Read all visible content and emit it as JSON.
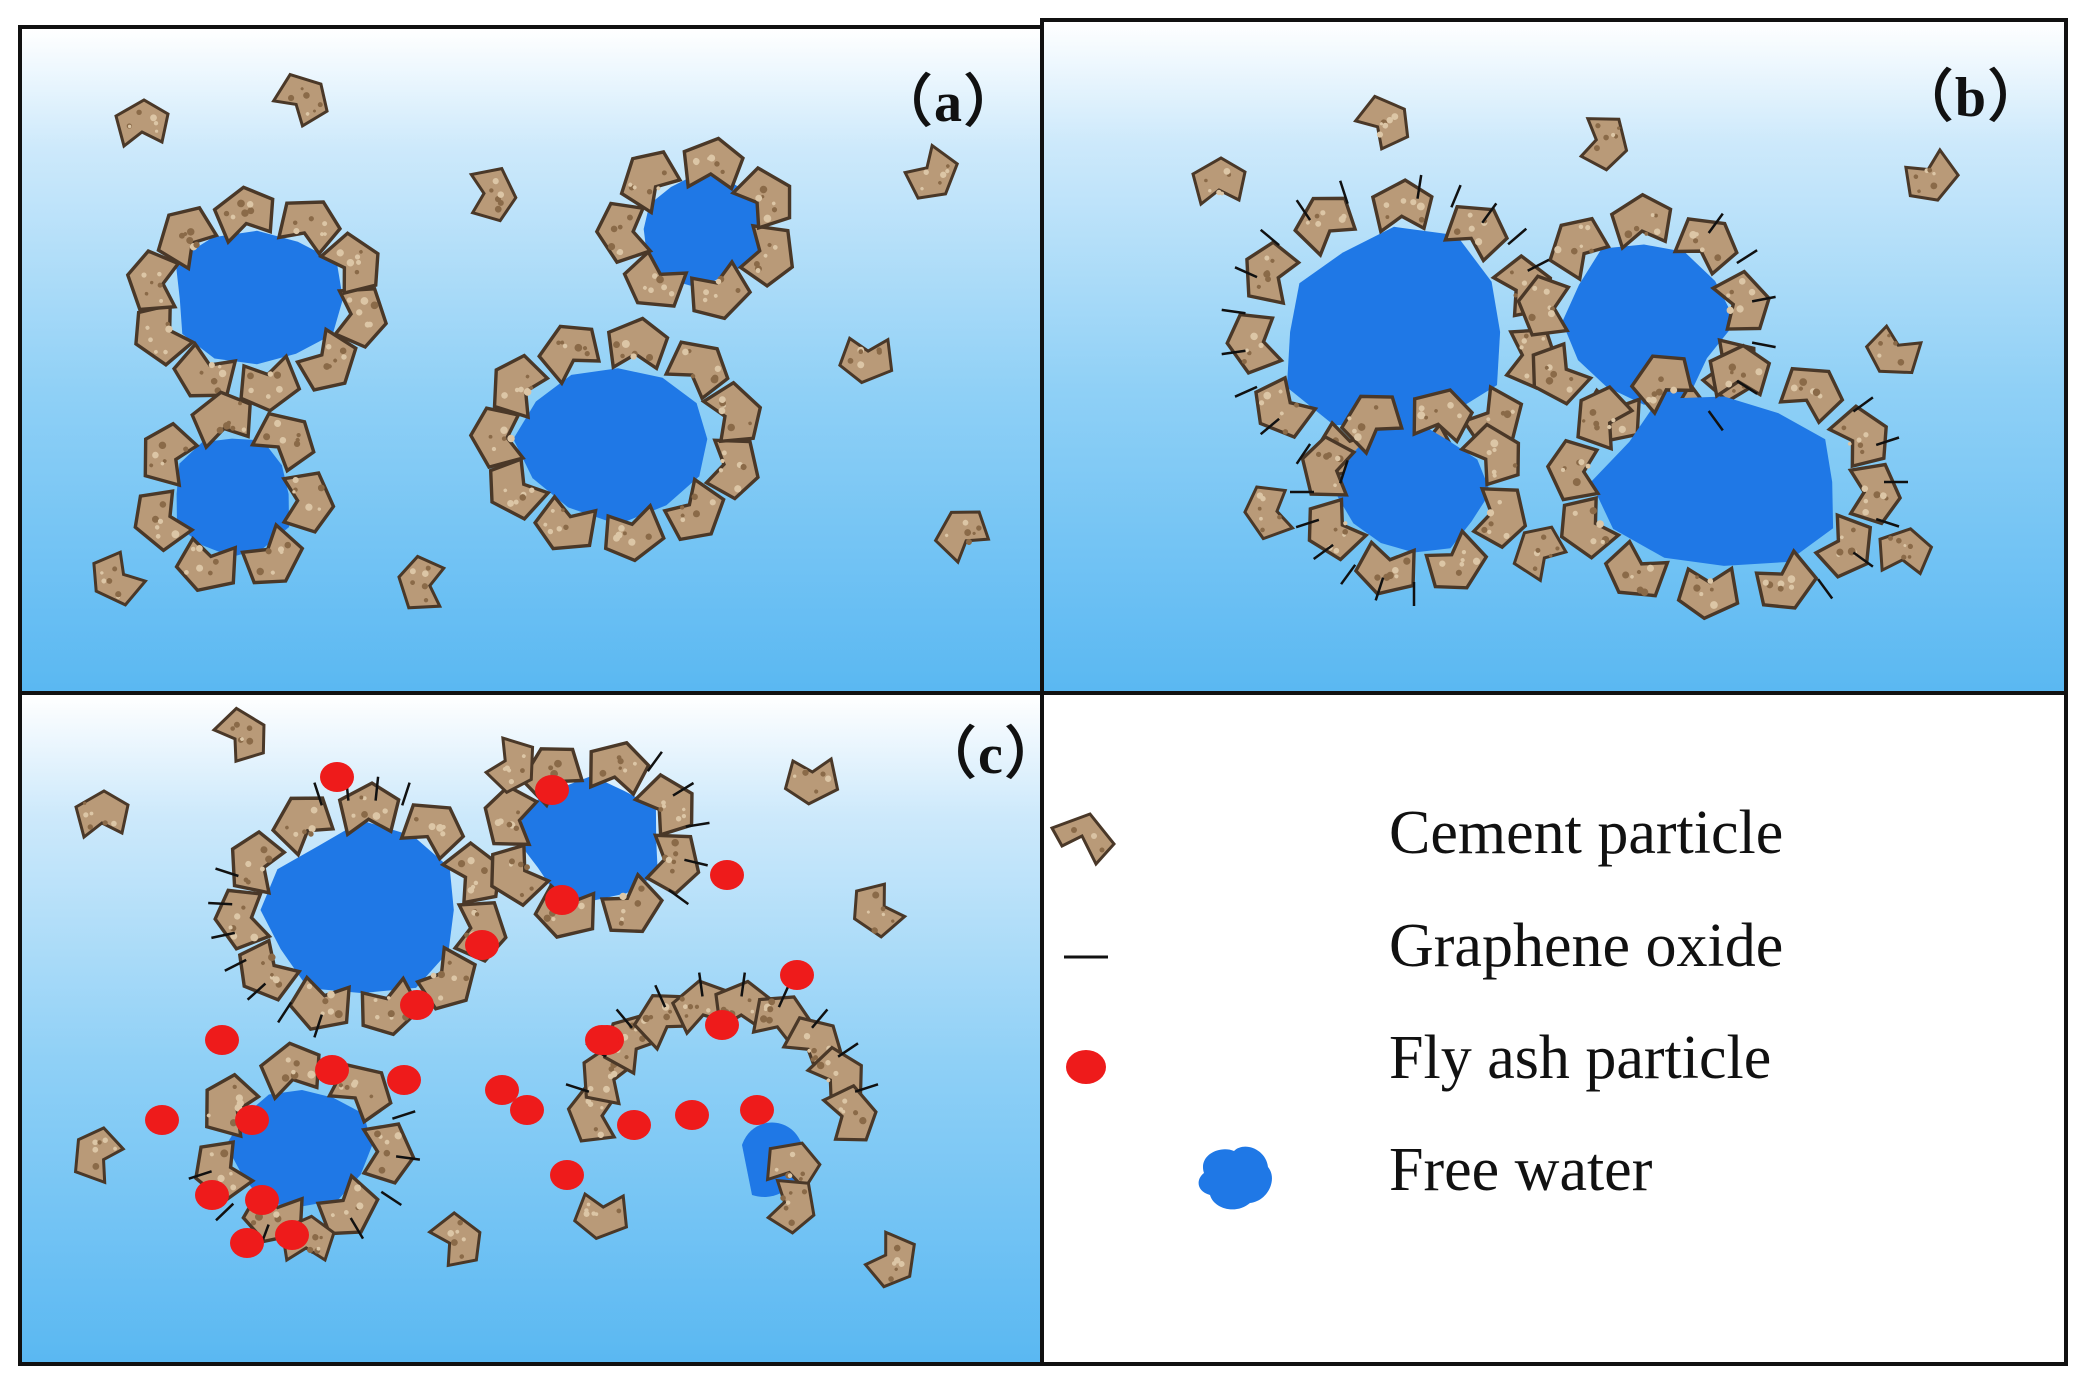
{
  "panels": [
    {
      "id": "a",
      "label": "（a）"
    },
    {
      "id": "b",
      "label": "（b）"
    },
    {
      "id": "c",
      "label": "（c）"
    }
  ],
  "legend": {
    "items": [
      {
        "icon": "cement-particle-icon",
        "label": "Cement particle"
      },
      {
        "icon": "graphene-oxide-icon",
        "label": "Graphene oxide"
      },
      {
        "icon": "fly-ash-particle-icon",
        "label": "Fly ash particle"
      },
      {
        "icon": "free-water-icon",
        "label": "Free water"
      }
    ]
  },
  "colors": {
    "cement_fill": "#b99a78",
    "cement_stroke": "#4a3828",
    "free_water": "#1f78e6",
    "fly_ash": "#ee1b1b",
    "graphene": "#111111",
    "water_background_top": "#ffffff",
    "water_background_bottom": "#5ab8f2"
  }
}
